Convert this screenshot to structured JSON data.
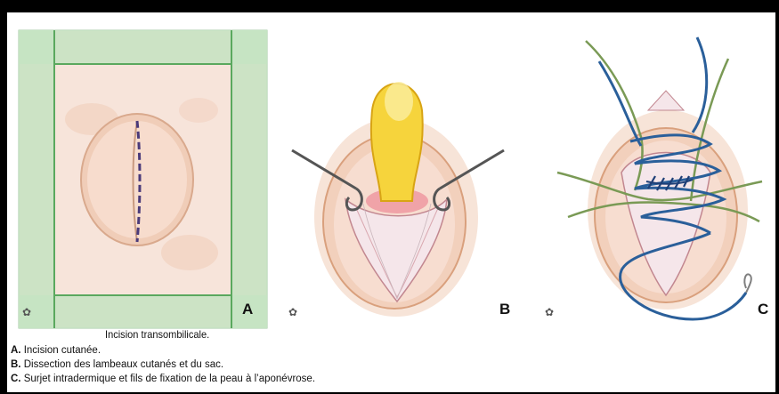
{
  "panels": [
    {
      "id": "A",
      "letter": "A",
      "description": "incision-cutanee"
    },
    {
      "id": "B",
      "letter": "B",
      "description": "dissection-lambeaux"
    },
    {
      "id": "C",
      "letter": "C",
      "description": "surjet-intradermique"
    }
  ],
  "marks": {
    "a": "✿",
    "b": "✿",
    "c": "✿"
  },
  "caption": {
    "title": "Incision transombilicale.",
    "items": [
      {
        "key": "A.",
        "text": "Incision cutanée."
      },
      {
        "key": "B.",
        "text": "Dissection des lambeaux cutanés et du sac."
      },
      {
        "key": "C.",
        "text": "Surjet intradermique et fils de fixation de la peau à l’aponévrose."
      }
    ]
  },
  "colors": {
    "drape": "#bfe3c0",
    "skin": "#f6dccf",
    "suture": "#2a5f9a",
    "fixation": "#7a9a55",
    "sac": "#f4cf36"
  }
}
